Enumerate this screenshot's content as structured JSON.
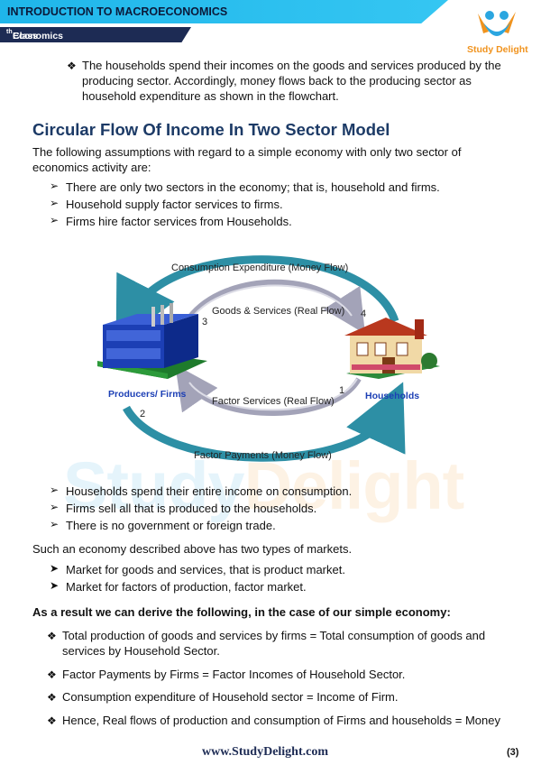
{
  "header": {
    "title": "INTRODUCTION TO MACROECONOMICS",
    "class_prefix": "Class 12",
    "class_sup": "th",
    "class_suffix": " Economics"
  },
  "logo": {
    "brand": "Study Delight"
  },
  "watermark": {
    "part1": "Study",
    "part2": "Delight"
  },
  "intro_bullet": [
    "The households spend their incomes on the goods and services produced by the",
    "producing sector. Accordingly, money flows back to the producing sector as",
    "household expenditure as shown in the flowchart."
  ],
  "section": {
    "title": "Circular Flow Of Income In Two Sector Model",
    "intro": [
      "The following assumptions with regard to a simple economy with only two sector of",
      "economics activity are:"
    ],
    "assumptions": [
      "There are only two sectors in the economy; that is, household and firms.",
      "Household supply factor services to firms.",
      "Firms hire factor services from Households."
    ]
  },
  "diagram": {
    "consumption_expenditure": "Consumption Expenditure (Money Flow)",
    "goods_services": "Goods & Services (Real Flow)",
    "factor_services": "Factor Services (Real Flow)",
    "factor_payments": "Factor Payments (Money Flow)",
    "producers": "Producers/ Firms",
    "households": "Households",
    "n1": "1",
    "n2": "2",
    "n3": "3",
    "n4": "4"
  },
  "more_assumptions": [
    "Households spend their entire income on consumption.",
    "Firms sell all that is produced to the households.",
    "There is no government or foreign trade."
  ],
  "markets_intro": "Such an economy described above has two types of markets.",
  "markets": [
    "Market for goods and services, that is product market.",
    "Market for factors of production, factor market."
  ],
  "derive_heading": "As a result we can derive the following, in the case of our simple economy:",
  "derivations": [
    [
      "Total production of goods and services by firms = Total consumption of goods and",
      "services by Household Sector."
    ],
    [
      "Factor Payments by Firms = Factor Incomes of Household Sector."
    ],
    [
      "Consumption expenditure of Household sector = Income of Firm."
    ],
    [
      "Hence, Real flows of production and consumption of Firms and households = Money"
    ]
  ],
  "footer": {
    "url": "www.StudyDelight.com",
    "page": "(3)"
  }
}
